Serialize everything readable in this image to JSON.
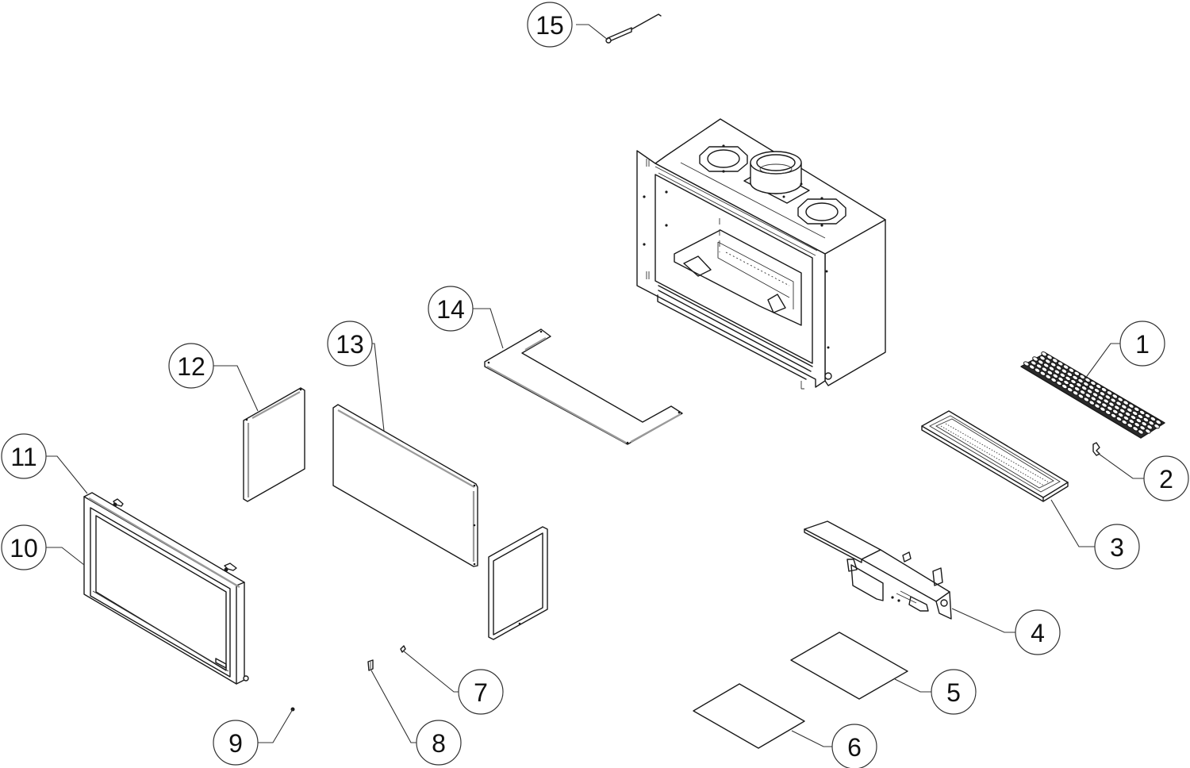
{
  "diagram": {
    "type": "exploded-parts-diagram",
    "subject": "gas fireplace insert",
    "callouts": [
      {
        "number": "1",
        "part": "decorative stone/pebble media tray"
      },
      {
        "number": "2",
        "part": "small clip"
      },
      {
        "number": "3",
        "part": "burner tray"
      },
      {
        "number": "4",
        "part": "valve / control assembly"
      },
      {
        "number": "5",
        "part": "flat panel sheet"
      },
      {
        "number": "6",
        "part": "flat panel sheet"
      },
      {
        "number": "7",
        "part": "small fastener"
      },
      {
        "number": "8",
        "part": "small bracket clip"
      },
      {
        "number": "9",
        "part": "screw"
      },
      {
        "number": "10",
        "part": "glass door frame"
      },
      {
        "number": "11",
        "part": "door latch hook"
      },
      {
        "number": "12",
        "part": "side refractory panel"
      },
      {
        "number": "13",
        "part": "rear refractory panel"
      },
      {
        "number": "14",
        "part": "U-shaped gasket"
      },
      {
        "number": "15",
        "part": "igniter / pilot rod"
      }
    ],
    "main_unit": "firebox with coaxial flue collar"
  }
}
